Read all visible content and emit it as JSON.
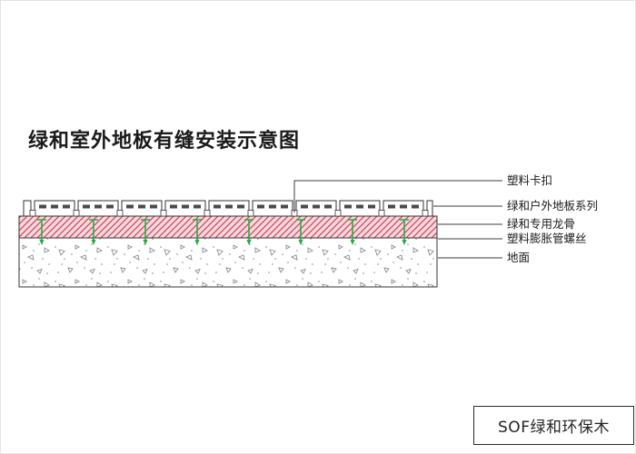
{
  "page": {
    "title": "绿和室外地板有缝安装示意图",
    "brand_label": "SOF绿和环保木"
  },
  "diagram": {
    "labels": [
      {
        "id": "plastic-clip",
        "text": "塑料卡扣"
      },
      {
        "id": "outdoor-deck-series",
        "text": "绿和户外地板系列"
      },
      {
        "id": "dedicated-keel",
        "text": "绿和专用龙骨"
      },
      {
        "id": "plastic-expansion-screw",
        "text": "塑料膨胀管螺丝"
      },
      {
        "id": "ground",
        "text": "地面"
      }
    ],
    "colors": {
      "outline": "#333333",
      "keel_fill": "#f8d7dc",
      "keel_hatch": "#c03a52",
      "screw_green": "#2aaa46",
      "board_fill": "#ffffff",
      "board_slot": "#4a4a4a",
      "speckle": "#8c8c8c",
      "leader": "#3c3c3c",
      "text": "#1a1a1a"
    }
  }
}
